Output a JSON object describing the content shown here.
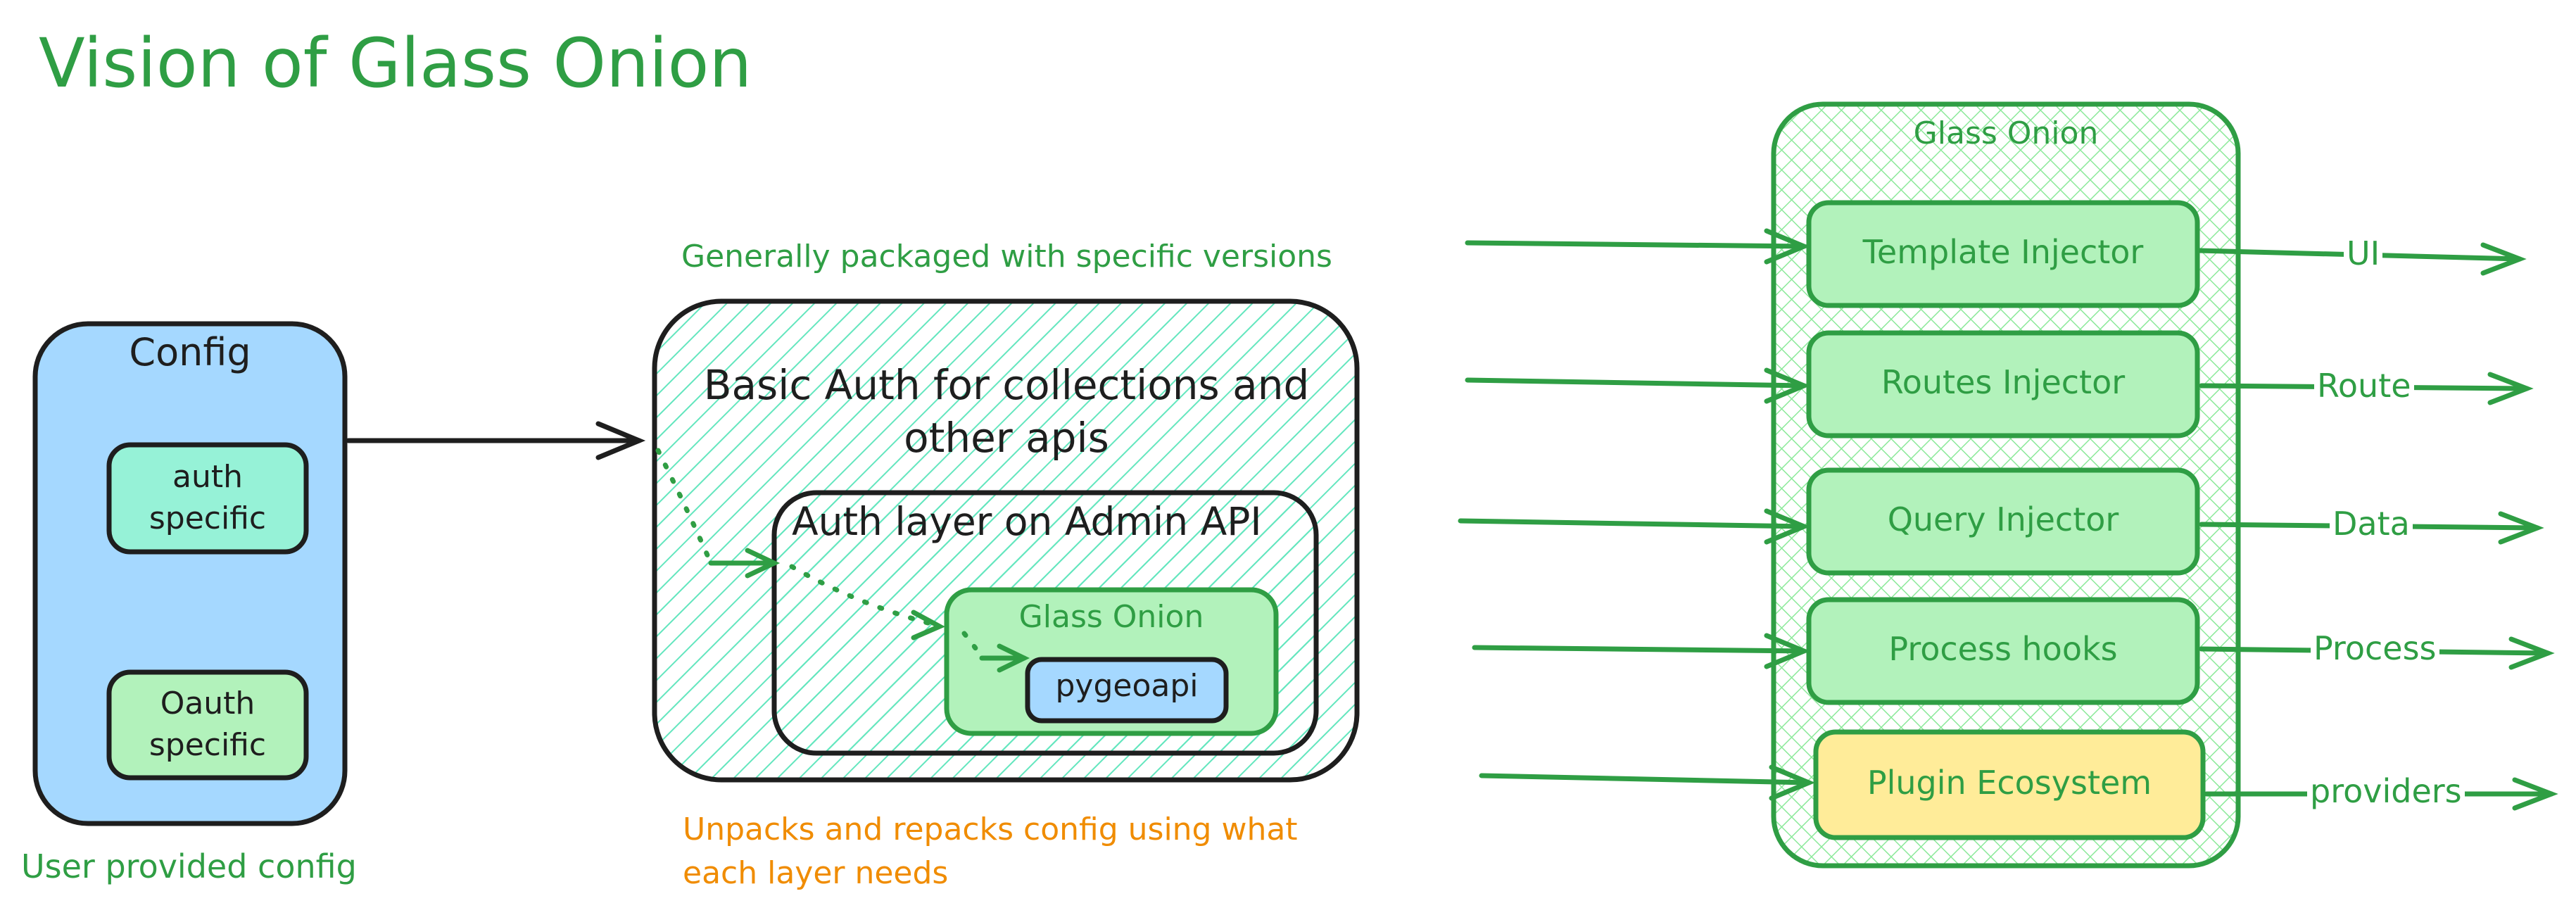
{
  "title": "Vision of Glass Onion",
  "config": {
    "title": "Config",
    "auth_label": "auth specific",
    "oauth_label": "Oauth specific",
    "caption": "User provided config"
  },
  "layers": {
    "top_caption": "Generally packaged with specific versions",
    "basic_auth": "Basic Auth for collections and other apis",
    "admin_layer": "Auth layer on Admin API",
    "glass_onion": "Glass Onion",
    "pygeoapi": "pygeoapi",
    "bottom_caption": "Unpacks and repacks config using what each layer needs"
  },
  "glass_onion_panel": {
    "title": "Glass Onion",
    "components": [
      {
        "label": "Template Injector",
        "output": "UI"
      },
      {
        "label": "Routes Injector",
        "output": "Route"
      },
      {
        "label": "Query Injector",
        "output": "Data"
      },
      {
        "label": "Process hooks",
        "output": "Process"
      },
      {
        "label": "Plugin Ecosystem",
        "output": "providers"
      }
    ]
  },
  "colors": {
    "green": "#2f9e44",
    "orange": "#f08c00",
    "blue_fill": "#a5d8ff",
    "teal_fill": "#96f2d7",
    "light_green_fill": "#b2f2bb",
    "yellow_fill": "#ffec99",
    "hatch_teal": "#63e6be",
    "hatch_green": "#8ce99a"
  }
}
